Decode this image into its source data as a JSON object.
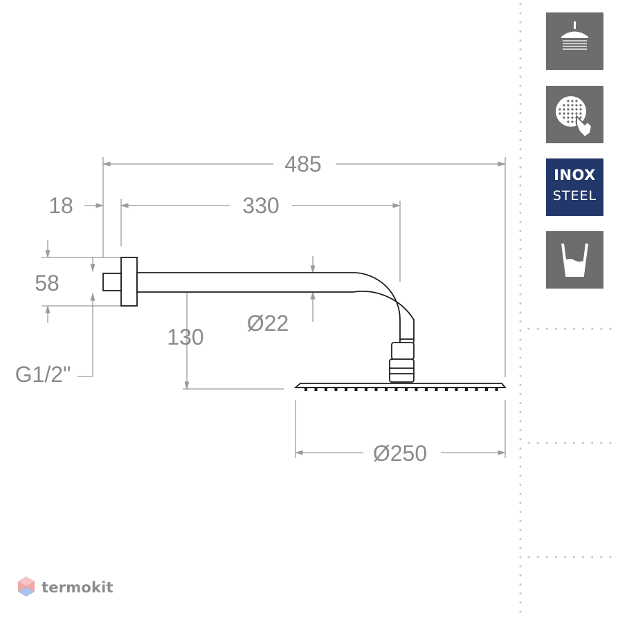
{
  "dimensions": {
    "overall_length": "485",
    "flange_depth": "18",
    "arm_length": "330",
    "flange_height": "58",
    "arm_diameter": "Ø22",
    "drop_height": "130",
    "thread": "G1/2\"",
    "head_diameter": "Ø250"
  },
  "badges": {
    "inox_line1": "INOX",
    "inox_line2": "STEEL",
    "shower_head_icon": "shower-head-icon",
    "cleaning_icon": "easy-clean-nozzles-icon",
    "water_saving_icon": "water-level-icon"
  },
  "watermark": {
    "text": "termokit"
  },
  "colors": {
    "drawing_line": "#1c1c1c",
    "dimension_line": "#9a9a9a",
    "icon_bg": "#6d6d6d",
    "inox_bg": "#22386b",
    "divider_dots": "#c6c6c6"
  }
}
